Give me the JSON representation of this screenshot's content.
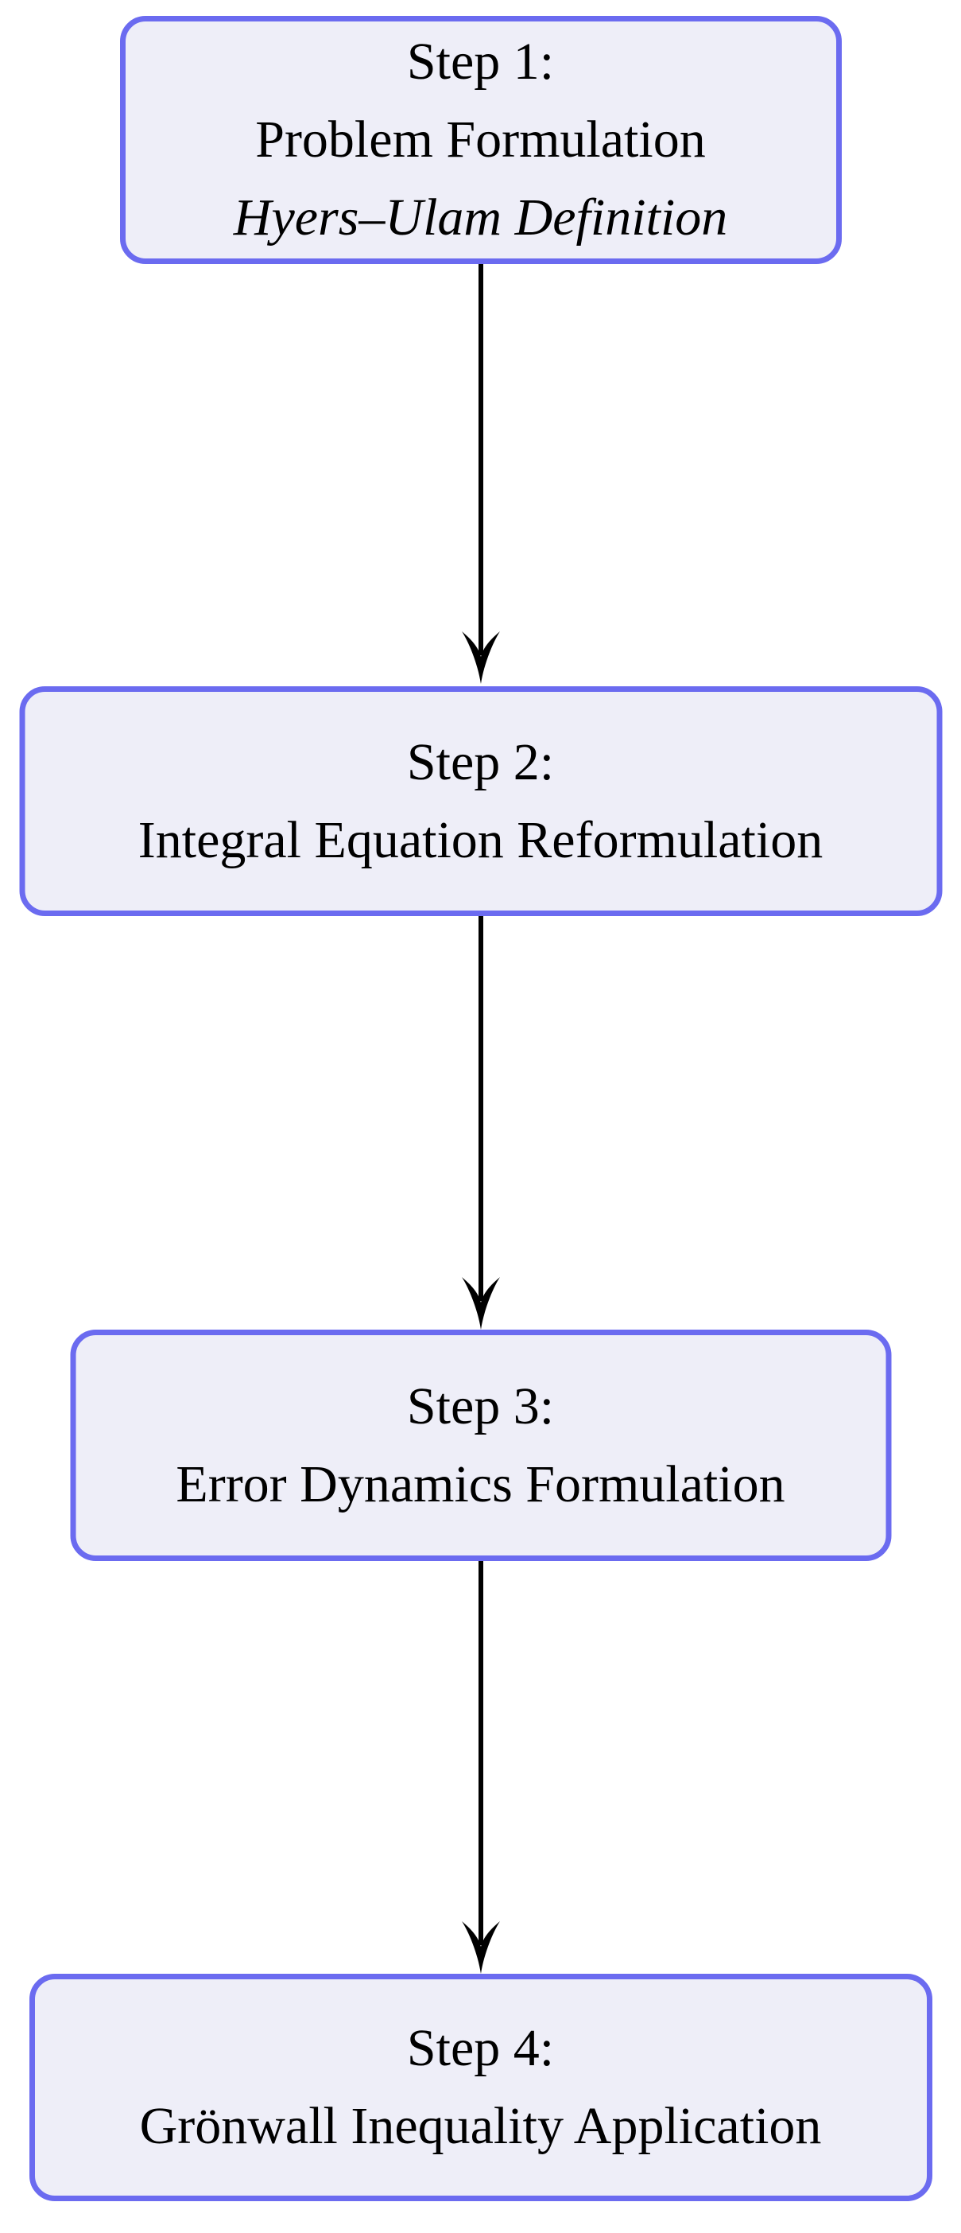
{
  "diagram": {
    "type": "flowchart",
    "direction": "top-to-bottom",
    "colors": {
      "background": "#ffffff",
      "box_fill": "#eeeef8",
      "box_border": "#6b6bf0",
      "arrow": "#000000",
      "text": "#000000"
    },
    "steps": [
      {
        "id": "step-1",
        "label": "Step 1:",
        "name": "Problem Formulation",
        "subtitle": "Hyers–Ulam Definition"
      },
      {
        "id": "step-2",
        "label": "Step 2:",
        "name": "Integral Equation Reformulation"
      },
      {
        "id": "step-3",
        "label": "Step 3:",
        "name": "Error Dynamics Formulation"
      },
      {
        "id": "step-4",
        "label": "Step 4:",
        "name": "Grönwall Inequality Application"
      }
    ],
    "connections": [
      {
        "from": "step-1",
        "to": "step-2"
      },
      {
        "from": "step-2",
        "to": "step-3"
      },
      {
        "from": "step-3",
        "to": "step-4"
      }
    ]
  }
}
